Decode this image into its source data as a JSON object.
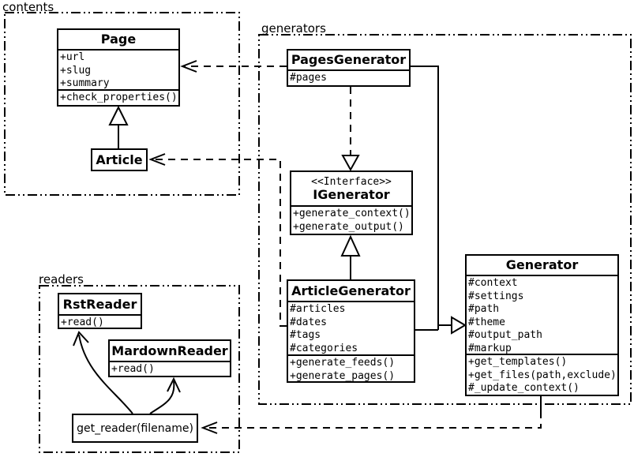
{
  "colors": {
    "line": "#000000",
    "background": "#ffffff",
    "box_fill": "#ffffff"
  },
  "packages": {
    "contents": {
      "label": "contents"
    },
    "generators": {
      "label": "generators"
    },
    "readers": {
      "label": "readers"
    }
  },
  "classes": {
    "page": {
      "name": "Page",
      "attributes": [
        "+url",
        "+slug",
        "+summary"
      ],
      "methods": [
        "+check_properties()"
      ]
    },
    "article": {
      "name": "Article"
    },
    "pages_generator": {
      "name": "PagesGenerator",
      "attributes": [
        "#pages"
      ]
    },
    "igenerator": {
      "stereotype": "<<Interface>>",
      "name": "IGenerator",
      "methods": [
        "+generate_context()",
        "+generate_output()"
      ]
    },
    "article_generator": {
      "name": "ArticleGenerator",
      "attributes": [
        "#articles",
        "#dates",
        "#tags",
        "#categories"
      ],
      "methods": [
        "+generate_feeds()",
        "+generate_pages()"
      ]
    },
    "generator": {
      "name": "Generator",
      "attributes": [
        "#context",
        "#settings",
        "#path",
        "#theme",
        "#output_path",
        "#markup"
      ],
      "methods": [
        "+get_templates()",
        "+get_files(path,exclude)",
        "#_update_context()"
      ]
    },
    "rst_reader": {
      "name": "RstReader",
      "methods": [
        "+read()"
      ]
    },
    "mardown_reader": {
      "name": "MardownReader",
      "methods": [
        "+read()"
      ]
    },
    "get_reader": {
      "label": "get_reader(filename)"
    }
  },
  "relationships": [
    {
      "from": "Article",
      "to": "Page",
      "type": "inheritance-solid-hollow-triangle"
    },
    {
      "from": "PagesGenerator",
      "to": "Page",
      "type": "dependency-dashed-open-arrow"
    },
    {
      "from": "PagesGenerator",
      "to": "IGenerator",
      "type": "realization-dashed-hollow-triangle"
    },
    {
      "from": "ArticleGenerator",
      "to": "IGenerator",
      "type": "inheritance-solid-hollow-triangle"
    },
    {
      "from": "PagesGenerator",
      "to": "Generator",
      "type": "inheritance-solid-hollow-triangle"
    },
    {
      "from": "ArticleGenerator",
      "to": "Generator",
      "type": "inheritance-solid-hollow-triangle"
    },
    {
      "from": "ArticleGenerator",
      "to": "Article",
      "type": "dependency-dashed-open-arrow"
    },
    {
      "from": "Generator",
      "to": "get_reader(filename)",
      "type": "dependency-dashed-open-arrow"
    },
    {
      "from": "get_reader(filename)",
      "to": "RstReader",
      "type": "curved-open-arrow"
    },
    {
      "from": "get_reader(filename)",
      "to": "MardownReader",
      "type": "curved-open-arrow"
    }
  ]
}
